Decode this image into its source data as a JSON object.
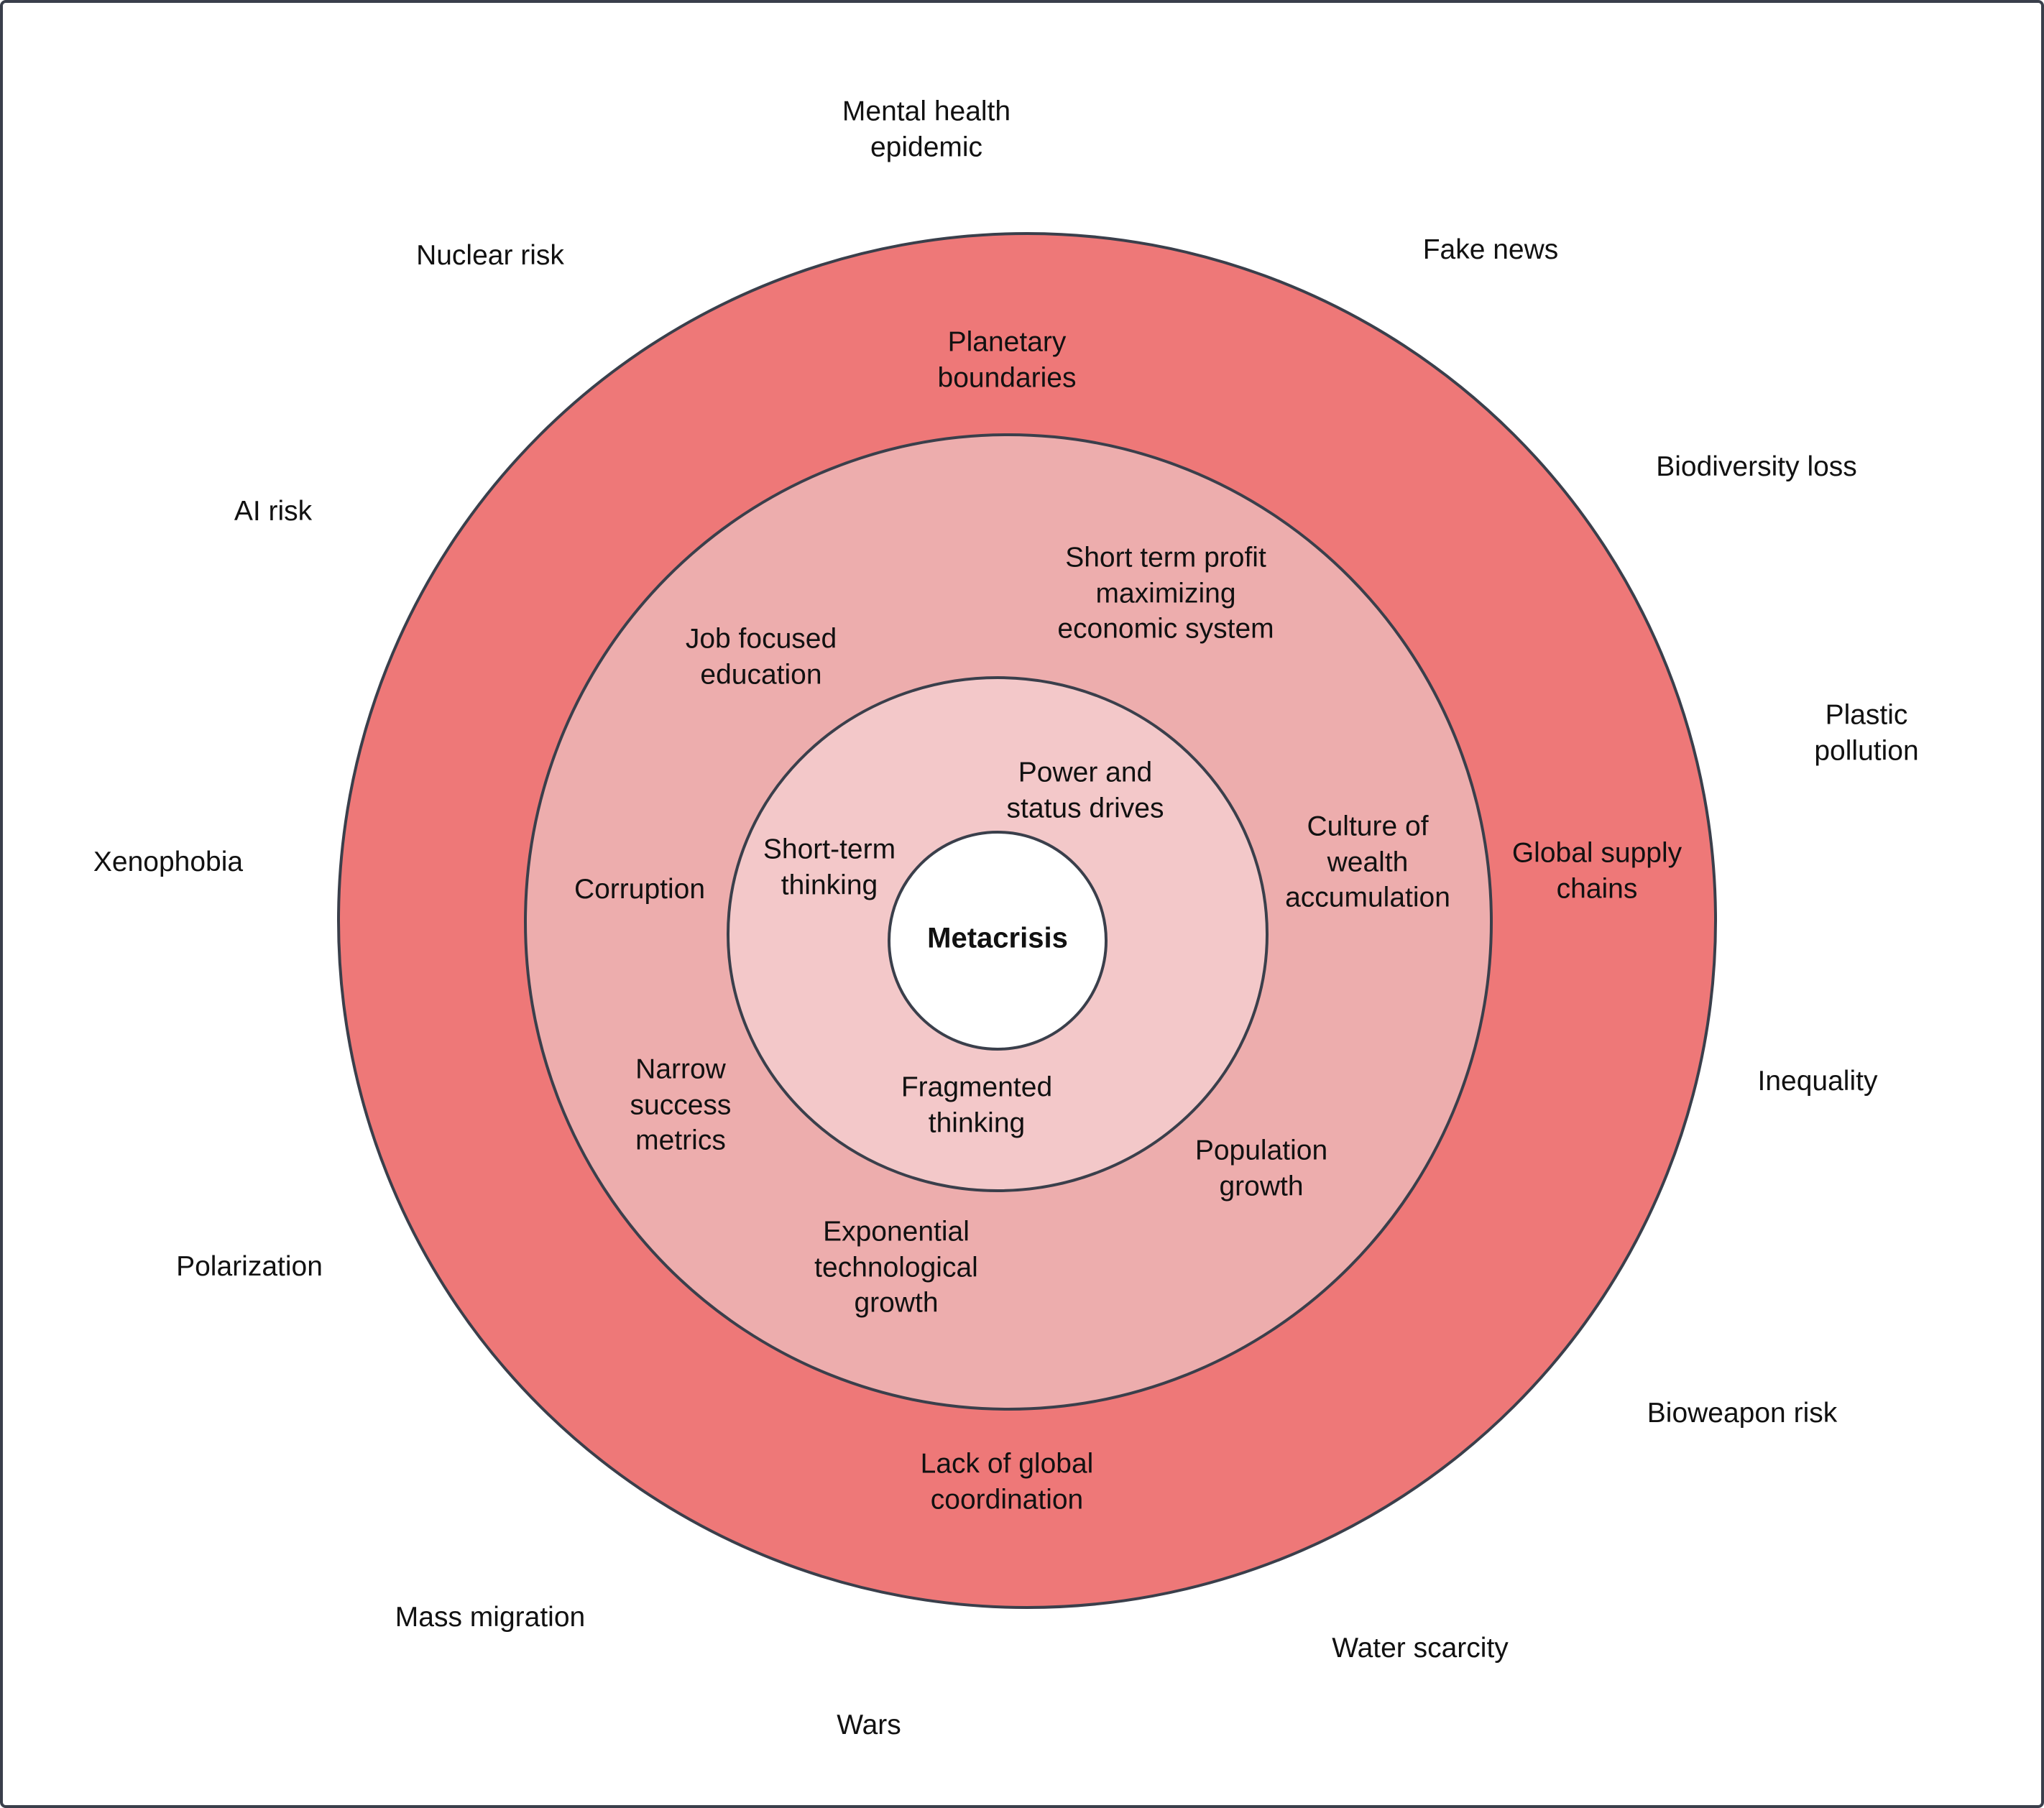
{
  "colors": {
    "outer_ring": "#ee7878",
    "middle_ring": "#edadad",
    "inner_ring": "#f3c8c9",
    "core": "#ffffff",
    "stroke": "#3a3f4b",
    "text": "#111111"
  },
  "core": {
    "label": "Metacrisis"
  },
  "inner_ring": {
    "labels": {
      "power_status": "Power and\nstatus drives",
      "short_term_thinking": "Short-term\nthinking",
      "fragmented_thinking": "Fragmented\nthinking"
    }
  },
  "middle_ring": {
    "labels": {
      "short_term_profit": "Short term profit\nmaximizing\neconomic system",
      "job_focused_education": "Job focused\neducation",
      "culture_wealth": "Culture of\nwealth\naccumulation",
      "corruption": "Corruption",
      "narrow_success": "Narrow\nsuccess\nmetrics",
      "population_growth": "Population\ngrowth",
      "exponential_tech": "Exponential\ntechnological\ngrowth"
    }
  },
  "outer_ring": {
    "labels": {
      "planetary_boundaries": "Planetary\nboundaries",
      "global_supply_chains": "Global supply\nchains",
      "lack_global_coordination": "Lack of global\ncoordination"
    }
  },
  "symptoms": {
    "labels": {
      "mental_health": "Mental health\nepidemic",
      "nuclear_risk": "Nuclear risk",
      "fake_news": "Fake news",
      "biodiversity_loss": "Biodiversity loss",
      "ai_risk": "AI risk",
      "plastic_pollution": "Plastic pollution",
      "xenophobia": "Xenophobia",
      "inequality": "Inequality",
      "polarization": "Polarization",
      "bioweapon_risk": "Bioweapon risk",
      "mass_migration": "Mass migration",
      "water_scarcity": "Water scarcity",
      "wars": "Wars"
    }
  }
}
